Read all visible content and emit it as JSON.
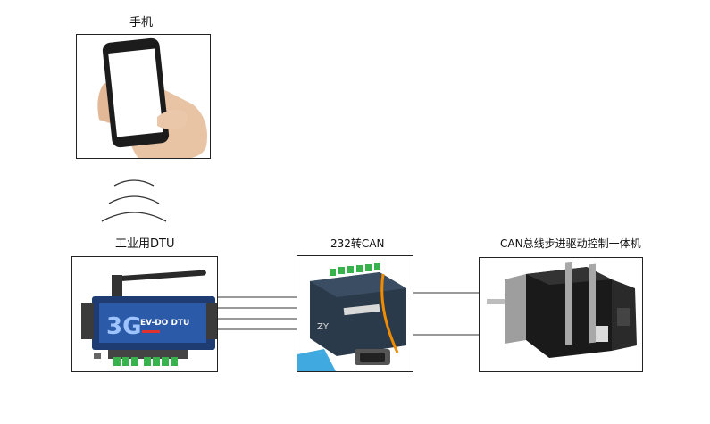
{
  "nodes": {
    "phone": {
      "label": "手机"
    },
    "dtu": {
      "label": "工业用DTU",
      "device_text": "EV-DO DTU",
      "logo_text": "3G"
    },
    "converter": {
      "label": "232转CAN"
    },
    "motor": {
      "label": "CAN总线步进驱动控制一体机"
    }
  },
  "colors": {
    "dtu_body": "#1e3c72",
    "dtu_panel": "#2a5aa8",
    "converter_body": "#2b3a4a",
    "terminal_green": "#37b24d",
    "motor_body": "#1a1a1a"
  },
  "icons": {
    "wireless": "wireless-signal-icon"
  }
}
